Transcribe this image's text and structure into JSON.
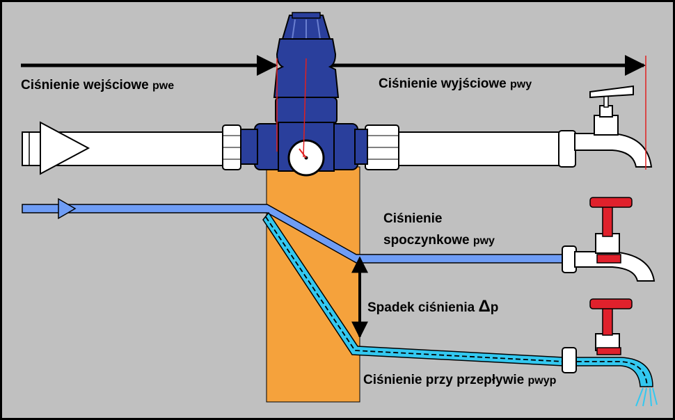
{
  "labels": {
    "inlet_pressure": "Ciśnienie wejściowe",
    "inlet_pressure_symbol": "pwe",
    "outlet_pressure": "Ciśnienie wyjściowe",
    "outlet_pressure_symbol": "pwy",
    "static_pressure_line1": "Ciśnienie",
    "static_pressure_line2": "spoczynkowe",
    "static_pressure_symbol": "pwy",
    "pressure_drop": "Spadek ciśnienia",
    "pressure_drop_delta": "Δ",
    "pressure_drop_symbol": "p",
    "flow_pressure": "Ciśnienie przy przepływie",
    "flow_pressure_symbol": "pwyp"
  },
  "colors": {
    "background": "#c0c0c0",
    "pipe": "#ffffff",
    "valve": "#2a3f9c",
    "pressure_zone": "#f5a23c",
    "static_line": "#6f9df5",
    "flow_line": "#33c8f0",
    "handle": "#e0212c",
    "marker": "#e02020"
  }
}
